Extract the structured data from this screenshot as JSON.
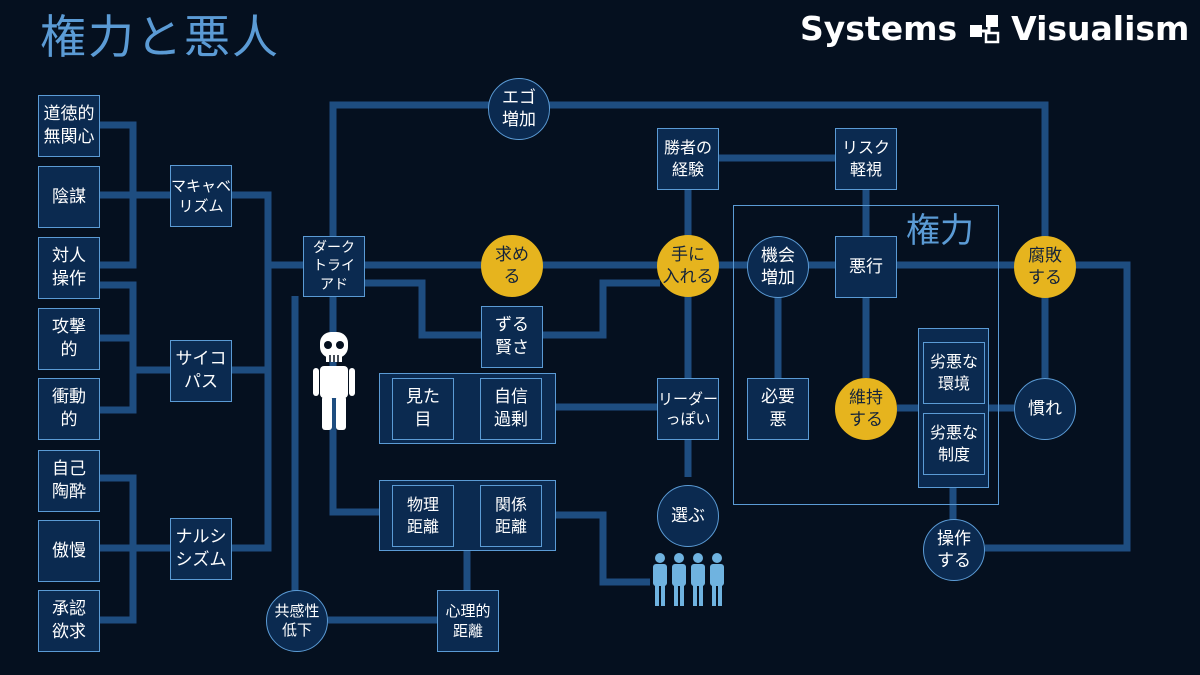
{
  "title": "権力と悪人",
  "brand": {
    "left": "Systems",
    "right": "Visualism"
  },
  "traits": {
    "moral_indifference": "道徳的\n無関心",
    "conspiracy": "陰謀",
    "manipulation": "対人\n操作",
    "aggressive": "攻撃\n的",
    "impulsive": "衝動\n的",
    "self_intoxication": "自己\n陶酔",
    "arrogance": "傲慢",
    "approval": "承認\n欲求"
  },
  "personalities": {
    "machiavellianism": "マキャベ\nリズム",
    "psychopath": "サイコ\nパス",
    "narcissism": "ナルシ\nシズム",
    "dark_triad": "ダーク\nトライ\nアド"
  },
  "nodes": {
    "ego": "エゴ\n増加",
    "seek": "求め\nる",
    "cunning": "ずる\n賢さ",
    "looks": "見た\n目",
    "overconfidence": "自信\n過剰",
    "physical_distance": "物理\n距離",
    "relationship_distance": "関係\n距離",
    "empathy_decline": "共感性\n低下",
    "psych_distance": "心理的\n距離",
    "winner_experience": "勝者の\n経験",
    "risk_disregard": "リスク\n軽視",
    "obtain": "手に\n入れる",
    "opportunity": "機会\n増加",
    "wrongdoing": "悪行",
    "corruption": "腐敗\nする",
    "leader_like": "リーダー\nっぽい",
    "necessary_evil": "必要\n悪",
    "maintain": "維持\nする",
    "bad_environment": "劣悪な\n環境",
    "bad_system": "劣悪な\n制度",
    "habituation": "慣れ",
    "choose": "選ぶ",
    "manipulate": "操作\nする"
  },
  "power_label": "権力",
  "colors": {
    "background": "#05101f",
    "box": "#0b2a50",
    "line": "#1e4d80",
    "accent": "#5b9bd5",
    "gold": "#e6b41e"
  }
}
